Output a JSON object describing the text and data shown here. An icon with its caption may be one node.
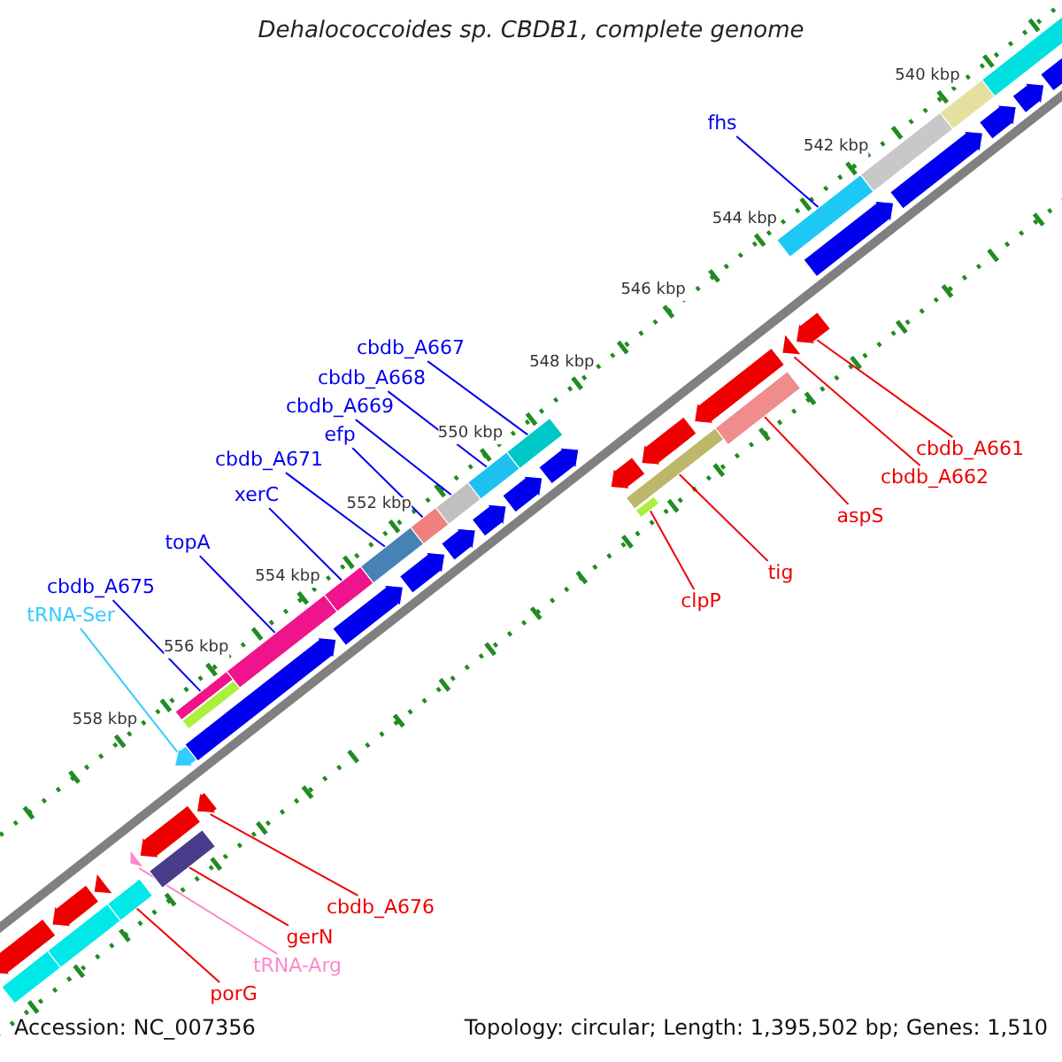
{
  "diagram": {
    "title": "Dehalococcoides sp. CBDB1, complete genome",
    "nodes": [
      {
        "text": [
          "fhs"
        ]
      },
      {
        "text": [
          "cbdb_A667"
        ]
      },
      {
        "text": [
          "cbdb_A668"
        ]
      },
      {
        "text": [
          "cbdb_A669"
        ]
      },
      {
        "text": [
          "efp"
        ]
      },
      {
        "text": [
          "cbdb_A661"
        ]
      },
      {
        "text": [
          "cbdb_A671"
        ]
      },
      {
        "text": [
          "cbdb_A662"
        ]
      },
      {
        "text": [
          "xerC"
        ]
      },
      {
        "text": [
          "aspS"
        ]
      },
      {
        "text": [
          "topA"
        ]
      },
      {
        "text": [
          "tig"
        ]
      },
      {
        "text": [
          "cbdb_A675"
        ]
      },
      {
        "text": [
          "clpP"
        ]
      },
      {
        "text": [
          "tRNA-Ser"
        ]
      },
      {
        "text": [
          "cbdb_A676"
        ]
      },
      {
        "text": [
          "gerN"
        ]
      },
      {
        "text": [
          "tRNA-Arg"
        ]
      },
      {
        "text": [
          "porG"
        ]
      },
      {
        "text": [],
        "shape": "bar"
      },
      {
        "text": [],
        "shape": "bar"
      },
      {
        "text": [],
        "shape": "bar"
      },
      {
        "text": [],
        "shape": "bar"
      },
      {
        "text": [],
        "shape": "bar"
      },
      {
        "text": [],
        "shape": "arrow"
      },
      {
        "text": [],
        "shape": "bar"
      },
      {
        "text": [],
        "shape": "arrow"
      },
      {
        "text": [],
        "shape": "bar"
      },
      {
        "text": [],
        "shape": "bar"
      },
      {
        "text": [],
        "shape": "bar"
      },
      {
        "text": [],
        "shape": "bar"
      },
      {
        "text": [],
        "shape": "bar"
      },
      {
        "text": [],
        "shape": "bar"
      },
      {
        "text": [],
        "shape": "arrow"
      },
      {
        "text": [],
        "shape": "arrow"
      },
      {
        "text": [],
        "shape": "bar"
      },
      {
        "text": [],
        "shape": "arrow"
      },
      {
        "text": [],
        "shape": "bar"
      },
      {
        "text": [],
        "shape": "bar"
      },
      {
        "text": [],
        "shape": "bar"
      },
      {
        "text": [],
        "shape": "bar"
      },
      {
        "text": [],
        "shape": "bar"
      },
      {
        "text": [],
        "shape": "arrow"
      },
      {
        "text": [],
        "shape": "arrow"
      },
      {
        "text": [],
        "shape": "arrow"
      },
      {
        "text": [],
        "shape": "arrow"
      },
      {
        "text": [],
        "shape": "arrow"
      },
      {
        "text": [],
        "shape": "arrow"
      },
      {
        "text": [],
        "shape": "arrow"
      },
      {
        "text": [],
        "shape": "arrow"
      },
      {
        "text": [],
        "shape": "arrow"
      },
      {
        "text": [],
        "shape": "arrow"
      },
      {
        "text": [],
        "shape": "arrow"
      },
      {
        "text": [],
        "shape": "arrow"
      },
      {
        "text": [],
        "shape": "arrow"
      },
      {
        "text": [],
        "shape": "arrow"
      },
      {
        "text": [],
        "shape": "arrow"
      },
      {
        "text": [],
        "shape": "arrow"
      },
      {
        "text": [],
        "shape": "arrow"
      },
      {
        "text": [],
        "shape": "arrow"
      },
      {
        "text": [],
        "shape": "arrow"
      },
      {
        "text": [],
        "shape": "bar"
      },
      {
        "text": [],
        "shape": "bar"
      }
    ],
    "edges": [
      {
        "from": 0,
        "to": 19,
        "arrow": "none"
      },
      {
        "from": 1,
        "to": 20,
        "arrow": "none"
      },
      {
        "from": 2,
        "to": 21,
        "arrow": "none"
      },
      {
        "from": 3,
        "to": 22,
        "arrow": "none"
      },
      {
        "from": 4,
        "to": 23,
        "arrow": "none"
      },
      {
        "from": 5,
        "to": 24,
        "arrow": "none",
        "color": "#ee0000"
      },
      {
        "from": 6,
        "to": 25,
        "arrow": "none"
      },
      {
        "from": 7,
        "to": 26,
        "arrow": "none",
        "color": "#ee0000"
      },
      {
        "from": 8,
        "to": 27,
        "arrow": "none"
      },
      {
        "from": 9,
        "to": 28,
        "arrow": "none",
        "color": "#ee0000"
      },
      {
        "from": 10,
        "to": 29,
        "arrow": "none"
      },
      {
        "from": 11,
        "to": 30,
        "arrow": "none",
        "color": "#ee0000"
      },
      {
        "from": 12,
        "to": 31,
        "arrow": "none"
      },
      {
        "from": 13,
        "to": 32,
        "arrow": "none",
        "color": "#ee0000"
      },
      {
        "from": 14,
        "to": 33,
        "arrow": "none",
        "color": "#33ccff"
      },
      {
        "from": 15,
        "to": 34,
        "arrow": "none",
        "color": "#ee0000"
      },
      {
        "from": 16,
        "to": 35,
        "arrow": "none",
        "color": "#ee0000"
      },
      {
        "from": 17,
        "to": 36,
        "arrow": "none",
        "color": "#ff88cc"
      },
      {
        "from": 18,
        "to": 37,
        "arrow": "none",
        "color": "#ee0000"
      }
    ],
    "labels": [
      "540 kbp",
      "542 kbp",
      "544 kbp",
      "546 kbp",
      "548 kbp",
      "550 kbp",
      "552 kbp",
      "554 kbp",
      "556 kbp",
      "558 kbp",
      "Accession: NC_007356",
      "Topology: circular; Length: 1,395,502 bp; Genes: 1,510"
    ]
  }
}
